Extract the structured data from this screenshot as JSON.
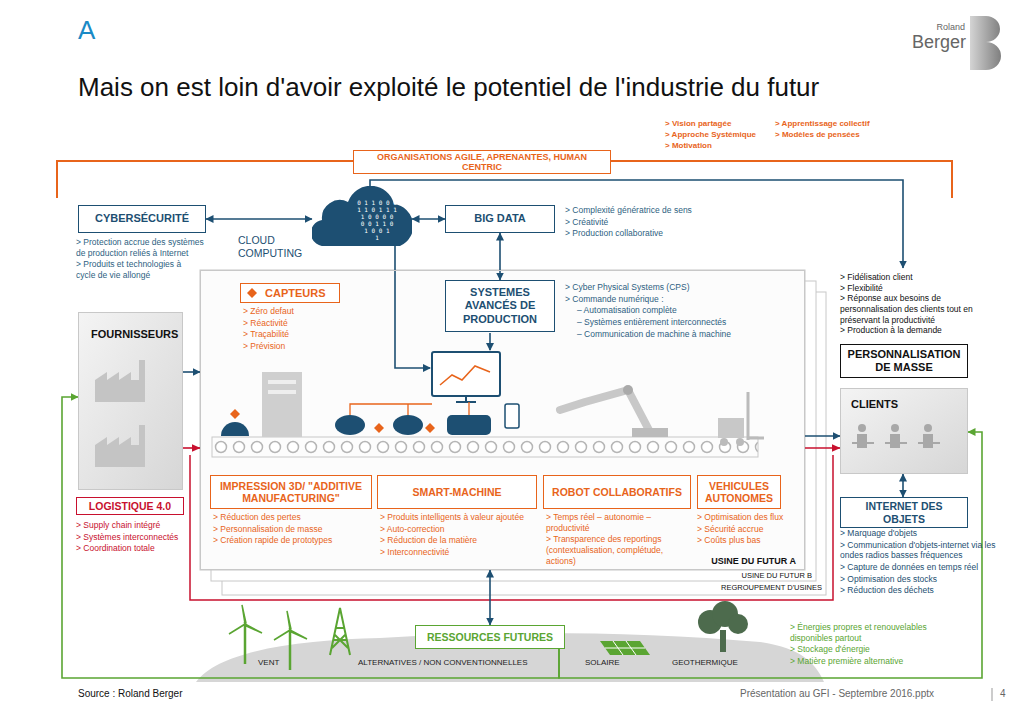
{
  "diagram": {
    "title": "Mais on est loin d'avoir exploité le potentiel de l'industrie du futur",
    "nodes": [
      {
        "text": [
          "ORGANISATIONS AGILE, APRENANTES, HUMAN CENTRIC"
        ]
      },
      {
        "text": [
          "CYBERSÉCURITÉ"
        ]
      },
      {
        "text": [
          "0 1 1 0 0 0",
          "1 1 0 1 1 1",
          "1 0 0 0 0",
          "0 0 1 1 0",
          "1 0 0 1",
          "1"
        ]
      },
      {
        "text": [
          "BIG DATA"
        ]
      },
      {
        "text": [
          "USINE DU FUTUR A"
        ]
      },
      {
        "text": [
          "SYSTEMES AVANCÉS DE PRODUCTION"
        ],
        "in": 4
      },
      {
        "text": [
          "CAPTEURS"
        ],
        "in": 4
      },
      {
        "text": [
          "FOURNISSEURS"
        ]
      },
      {
        "text": [
          "IMPRESSION 3D/ \"ADDITIVE MANUFACTURING\""
        ],
        "in": 4
      },
      {
        "text": [
          "SMART-MACHINE"
        ],
        "in": 4
      },
      {
        "text": [
          "ROBOT COLLABORATIFS"
        ],
        "in": 4
      },
      {
        "text": [
          "VEHICULES AUTONOMES"
        ],
        "in": 4
      },
      {
        "text": [
          "LOGISTIQUE 4.0"
        ]
      },
      {
        "text": [
          "> Fidélisation client",
          "> Flexibilité",
          "> Réponse aux besoins de personnalisation des clients tout en préservant la productivité",
          "> Production à la demande",
          "PERSONNALISATION DE MASSE"
        ]
      },
      {
        "text": [
          "CLIENTS"
        ]
      },
      {
        "text": [
          "INTERNET DES OBJETS"
        ]
      },
      {
        "text": [
          "RESSOURCES FUTURES"
        ]
      }
    ],
    "edges": [
      {
        "from": 1,
        "to": 2,
        "arrow": "both"
      },
      {
        "from": 2,
        "to": 3,
        "arrow": "both"
      },
      {
        "from": 3,
        "to": 5,
        "arrow": "both"
      },
      {
        "from": 2,
        "to": 13,
        "arrow": "to"
      },
      {
        "from": 7,
        "to": 4,
        "arrow": "to"
      },
      {
        "from": 7,
        "to": 4,
        "arrow": "to"
      },
      {
        "from": 4,
        "to": 14,
        "arrow": "to"
      },
      {
        "from": 4,
        "to": 14,
        "arrow": "to"
      },
      {
        "from": 14,
        "to": 15,
        "arrow": "both"
      },
      {
        "from": 16,
        "to": 7,
        "arrow": "to"
      },
      {
        "from": 16,
        "to": 14,
        "arrow": "to"
      },
      {
        "from": 16,
        "to": 4,
        "arrow": "both"
      }
    ],
    "labels": [
      "A",
      "Roland",
      "Berger",
      "> Vision partagée",
      "> Approche Systémique",
      "> Motivation",
      "> Apprentissage collectif",
      "> Modèles de pensées",
      "CLOUD COMPUTING",
      "> Protection accrue des systèmes de production reliés à Internet",
      "> Produits et technologies à cycle de vie allongé",
      "> Complexité génératrice de sens",
      "> Créativité",
      "> Production collaborative",
      "> Cyber Physical Systems (CPS)",
      "> Commande numérique :",
      "– Automatisation complète",
      "– Systèmes entièrement interconnectés",
      "– Communication de machine à machine",
      "> Zéro defaut",
      "> Réactivité",
      "> Traçabilité",
      "> Prévision",
      "> Supply chain intégré",
      "> Systèmes interconnectés",
      "> Coordination totale",
      "> Réduction des pertes",
      "> Personnalisation de masse",
      "> Création rapide de prototypes",
      "> Produits intelligents à valeur ajoutée",
      "> Auto-correction",
      "> Réduction de la matière",
      "> Interconnectivité",
      "> Temps réel – autonomie – productivité",
      "> Transparence des reportings (contextualisation, complétude, actions)",
      "> Optimisation des flux",
      "> Sécurité accrue",
      "> Coûts plus bas",
      "USINE DU FUTUR B",
      "REGROUPEMENT D'USINES",
      "> Marquage d'objets",
      "> Communication d'objets-internet via les ondes radios basses fréquences",
      "> Capture de données en temps réel",
      "> Optimisation des stocks",
      "> Réduction des déchets",
      "> Énergies propres et renouvelables disponibles partout",
      "> Stockage d'énergie",
      "> Matière première alternative",
      "VENT",
      "ALTERNATIVES / NON CONVENTIONNELLES",
      "SOLAIRE",
      "GEOTHERMIQUE",
      "Source : Roland Berger",
      "Présentation au GFI - Septembre 2016.pptx",
      "4"
    ]
  }
}
